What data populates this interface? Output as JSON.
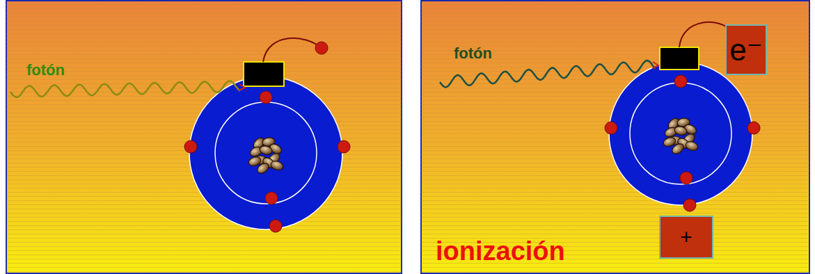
{
  "diagram": {
    "nodes": [
      {
        "text": [
          "e⁻"
        ]
      },
      {
        "text": [
          "+"
        ]
      }
    ],
    "labels": [
      "fotón",
      "fotón",
      "ionización"
    ]
  }
}
